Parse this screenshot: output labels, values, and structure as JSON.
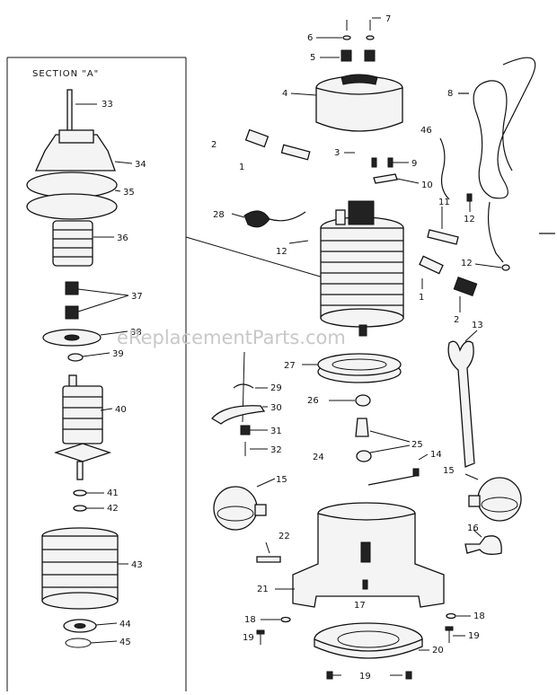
{
  "section_title": "SECTION \"A\"",
  "watermark": "eReplacementParts.com",
  "callouts": {
    "c1": "1",
    "c2": "2",
    "c3": "3",
    "c4": "4",
    "c5": "5",
    "c6": "6",
    "c7": "7",
    "c8": "8",
    "c9": "9",
    "c10": "10",
    "c11": "11",
    "c12": "12",
    "c13": "13",
    "c14": "14",
    "c15": "15",
    "c16": "16",
    "c17": "17",
    "c18": "18",
    "c19": "19",
    "c20": "20",
    "c21": "21",
    "c22": "22",
    "c24": "24",
    "c25": "25",
    "c26": "26",
    "c27": "27",
    "c28": "28",
    "c29": "29",
    "c30": "30",
    "c31": "31",
    "c32": "32",
    "c33": "33",
    "c34": "34",
    "c35": "35",
    "c36": "36",
    "c37": "37",
    "c38": "38",
    "c39": "39",
    "c40": "40",
    "c41": "41",
    "c42": "42",
    "c43": "43",
    "c44": "44",
    "c45": "45",
    "c46": "46"
  }
}
